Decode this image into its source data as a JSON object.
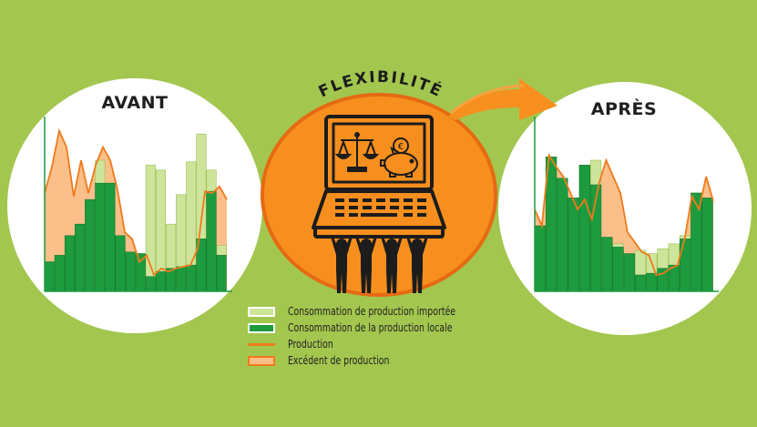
{
  "labels": {
    "before": "AVANT",
    "after": "APRÈS",
    "center": "FLEXIBILITÉ"
  },
  "colors": {
    "background": "#a3c64f",
    "imported_consumption": "#cde49a",
    "local_consumption": "#1d9b3e",
    "production": "#f07a1c",
    "excess": "#fbbf8a",
    "flex_circle": "#f78f1e"
  },
  "icons": [
    "scales-of-justice-icon",
    "piggy-bank-euro-icon",
    "laptop-icon",
    "people-lifting-icon",
    "curved-arrow-icon"
  ],
  "legend": [
    {
      "key": "imported",
      "label": "Consommation de production importée",
      "color": "#cde49a"
    },
    {
      "key": "local",
      "label": "Consommation de la production locale",
      "color": "#1d9b3e"
    },
    {
      "key": "production",
      "label": "Production",
      "color": "#f07a1c"
    },
    {
      "key": "excess",
      "label": "Excédent de production",
      "color": "#fbbf8a"
    }
  ],
  "chart_data": [
    {
      "type": "bar",
      "panel": "AVANT",
      "ylim": [
        0,
        100
      ],
      "consumption": [
        18,
        22,
        34,
        41,
        56,
        80,
        66,
        34,
        24,
        23,
        77,
        74,
        41,
        59,
        79,
        96,
        74,
        28
      ],
      "production": [
        18,
        22,
        34,
        41,
        56,
        66,
        66,
        34,
        24,
        23,
        9,
        12,
        14,
        15,
        16,
        32,
        61,
        22
      ],
      "production_curve": [
        60,
        76,
        98,
        88,
        58,
        80,
        60,
        77,
        88,
        80,
        62,
        36,
        32,
        18,
        22,
        10,
        14,
        12,
        14,
        15,
        16,
        26,
        61,
        60,
        64,
        56
      ]
    },
    {
      "type": "bar",
      "panel": "APRÈS",
      "ylim": [
        0,
        100
      ],
      "consumption": [
        40,
        82,
        69,
        57,
        77,
        80,
        33,
        29,
        23,
        25,
        23,
        26,
        29,
        34,
        60,
        57
      ],
      "production": [
        40,
        82,
        69,
        57,
        77,
        65,
        33,
        27,
        23,
        10,
        11,
        14,
        16,
        32,
        60,
        57
      ],
      "production_curve": [
        50,
        40,
        83,
        76,
        70,
        60,
        50,
        56,
        44,
        66,
        80,
        70,
        60,
        36,
        30,
        24,
        22,
        10,
        11,
        14,
        16,
        32,
        58,
        50,
        70,
        55
      ]
    }
  ]
}
